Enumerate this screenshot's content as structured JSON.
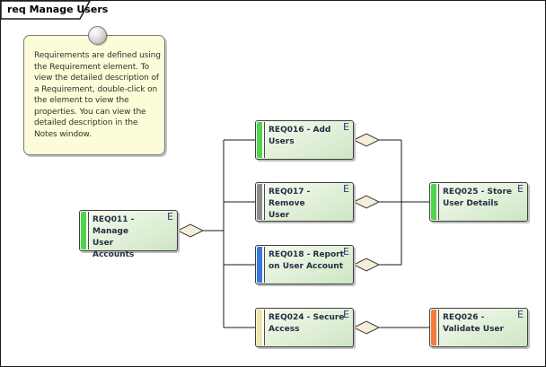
{
  "frame": {
    "label": "req Manage Users"
  },
  "note": {
    "text": "Requirements are defined using the Requirement element.  To view the detailed description of a Requirement, double-click on the element to view the properties. You can view the detailed description in the Notes window."
  },
  "icons": {
    "element_letter": "E"
  },
  "colors": {
    "stripe_green": "#50d450",
    "stripe_gray": "#8b8b8b",
    "stripe_blue": "#3b76e0",
    "stripe_cream": "#efe3a6",
    "stripe_orange": "#f47b3c",
    "node_body_gradient_start": "#f5fbf1",
    "node_body_gradient_end": "#cde6c4",
    "node_border": "#3f3f3f",
    "note_background": "#fdfcd8",
    "diamond_fill": "#f6eeda",
    "diamond_stroke": "#3a3a3a",
    "connector": "#1a1a1a",
    "label_text": "#232e42"
  },
  "nodes": [
    {
      "id": "REQ011",
      "label": "REQ011 - Manage User Accounts",
      "stripe_color": "#50d450"
    },
    {
      "id": "REQ016",
      "label": "REQ016 - Add Users",
      "stripe_color": "#50d450"
    },
    {
      "id": "REQ017",
      "label": "REQ017 - Remove User",
      "stripe_color": "#8b8b8b"
    },
    {
      "id": "REQ018",
      "label": "REQ018 - Report on User Account",
      "stripe_color": "#3b76e0"
    },
    {
      "id": "REQ024",
      "label": "REQ024 - Secure Access",
      "stripe_color": "#efe3a6"
    },
    {
      "id": "REQ025",
      "label": "REQ025 - Store User Details",
      "stripe_color": "#50d450"
    },
    {
      "id": "REQ026",
      "label": "REQ026 - Validate User",
      "stripe_color": "#f47b3c"
    }
  ]
}
